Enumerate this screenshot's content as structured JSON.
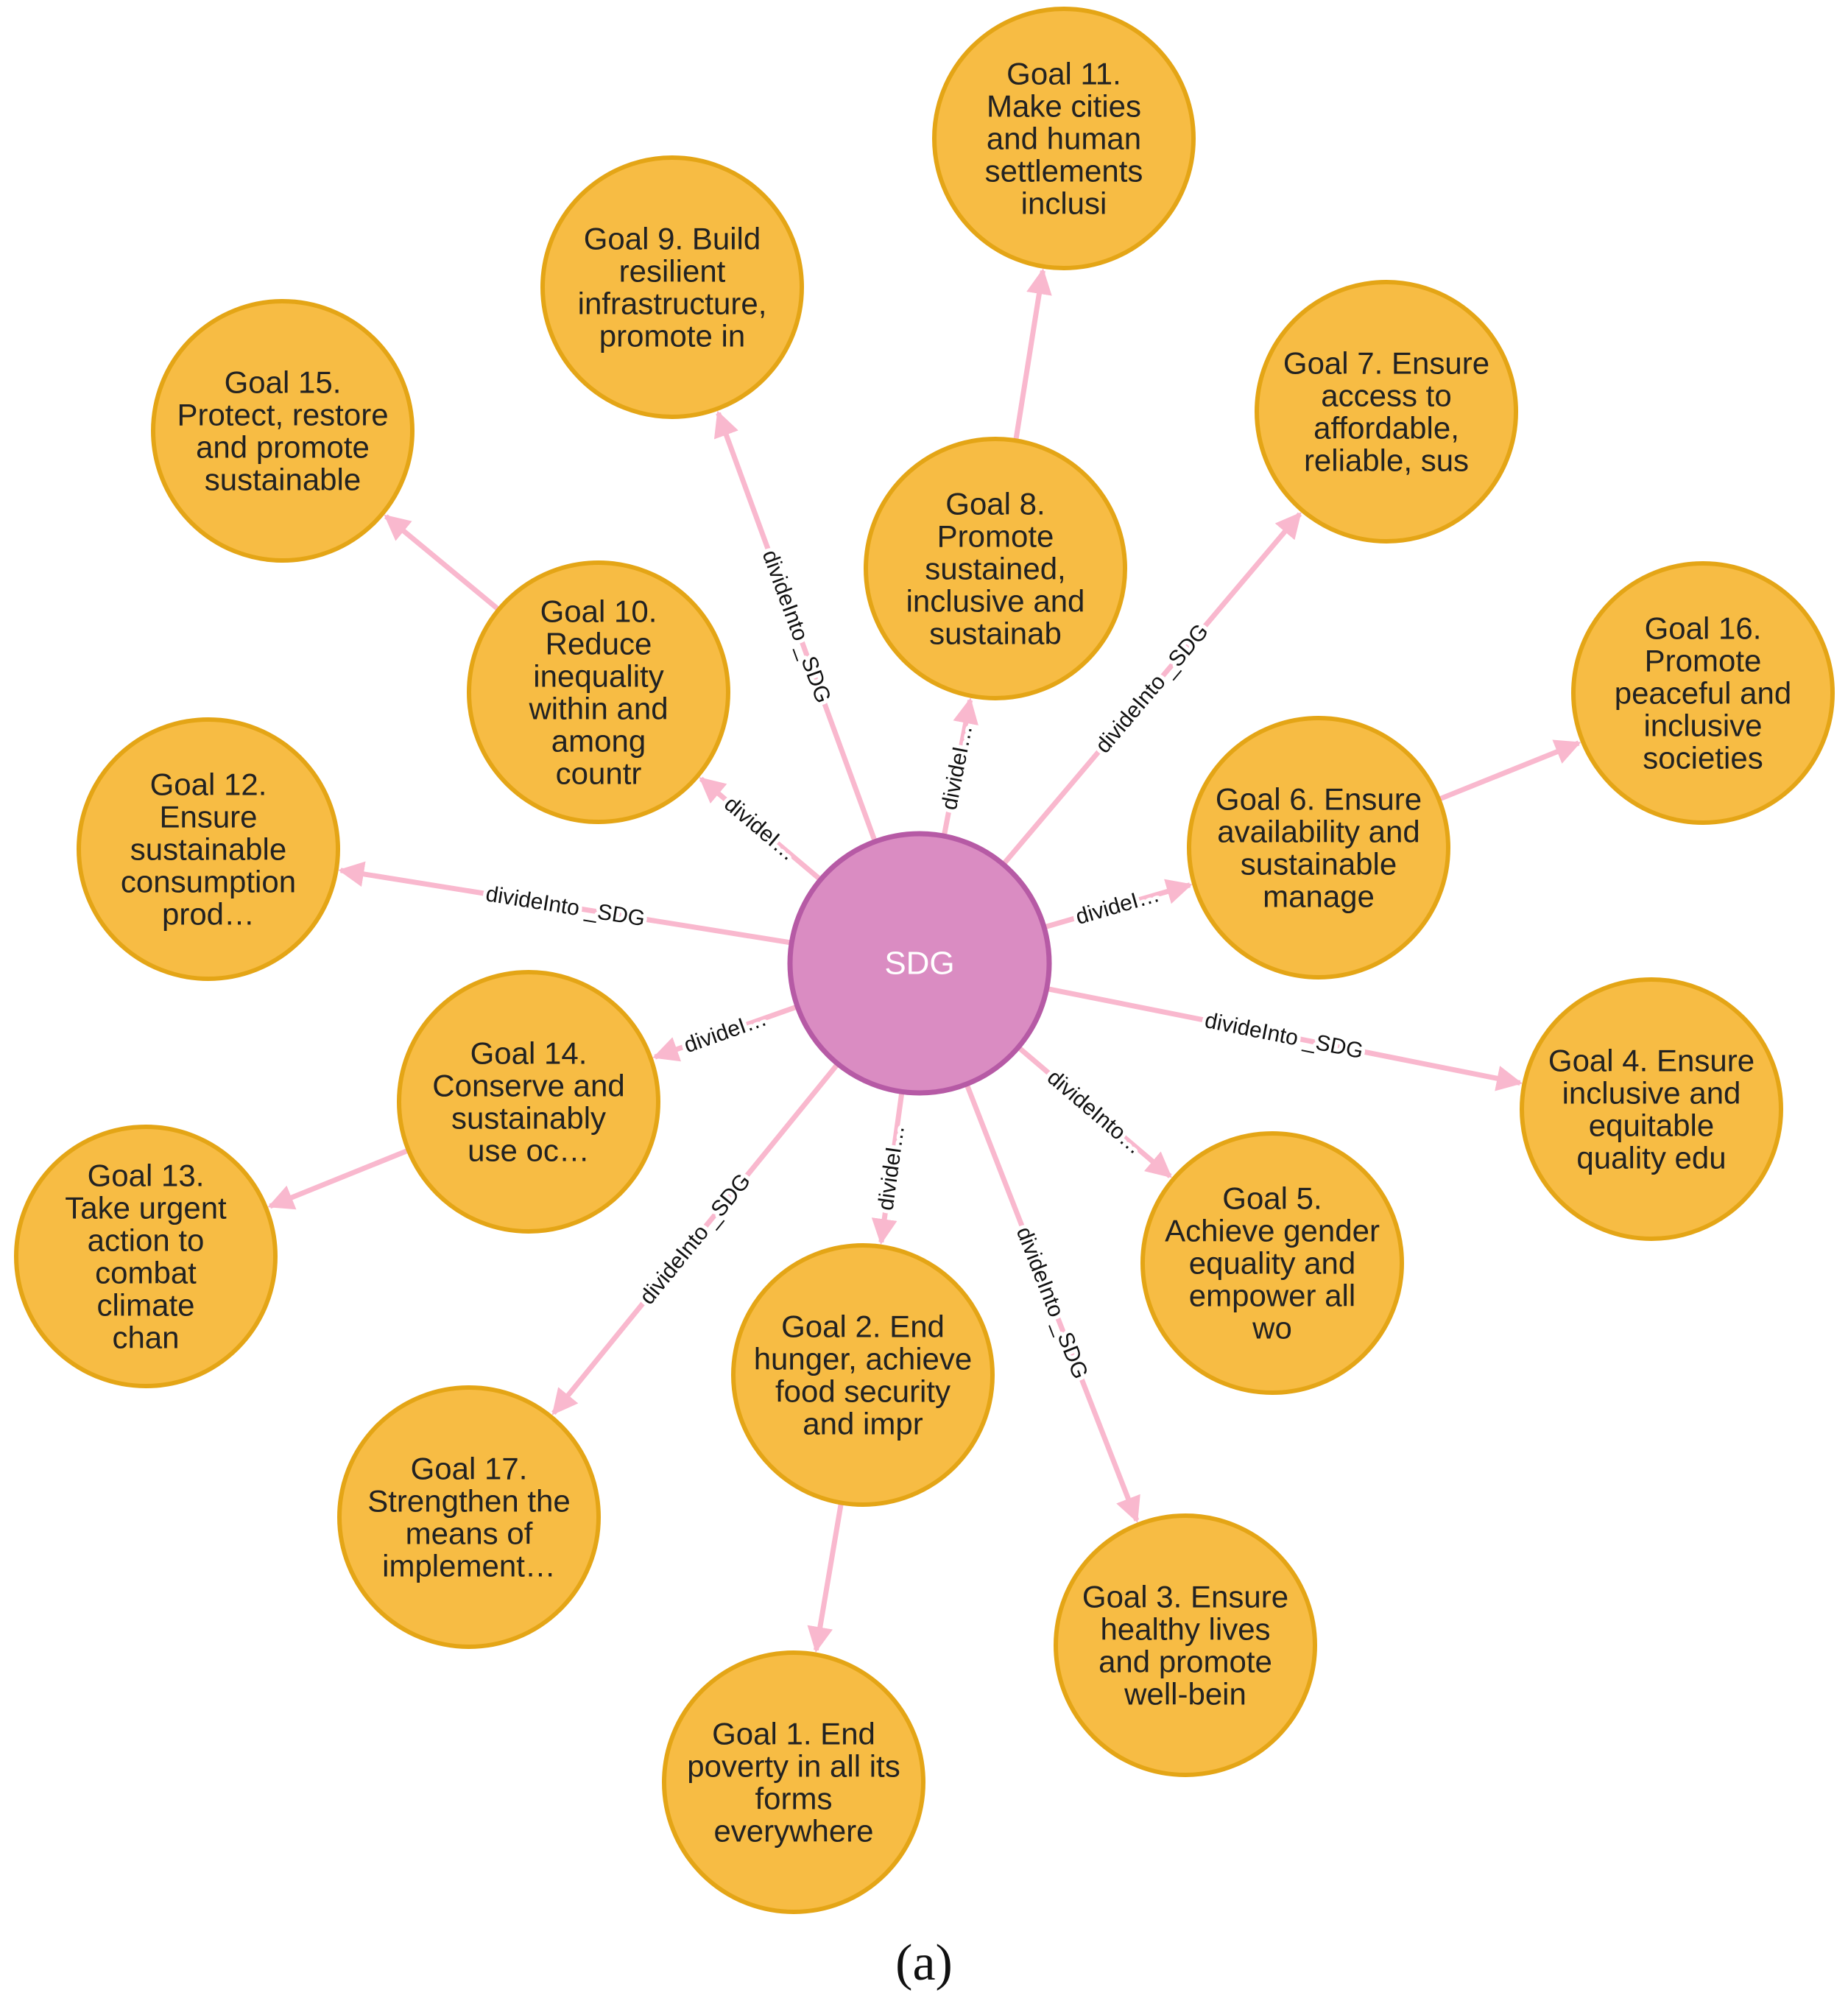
{
  "colors": {
    "goal_fill": "#F7BC44",
    "goal_stroke": "#E4A516",
    "sdg_fill": "#DA8CC2",
    "sdg_stroke": "#B65AA5",
    "sdg_text": "#ffffff",
    "edge": "#F9B8CE"
  },
  "center": {
    "label": "SDG"
  },
  "nodes": [
    {
      "id": "g1",
      "lines": [
        "Goal 1. End",
        "poverty in all its",
        "forms",
        "everywhere"
      ]
    },
    {
      "id": "g2",
      "lines": [
        "Goal 2. End",
        "hunger, achieve",
        "food security",
        "and impr"
      ]
    },
    {
      "id": "g3",
      "lines": [
        "Goal 3. Ensure",
        "healthy lives",
        "and promote",
        "well-bein"
      ]
    },
    {
      "id": "g4",
      "lines": [
        "Goal 4. Ensure",
        "inclusive and",
        "equitable",
        "quality edu"
      ]
    },
    {
      "id": "g5",
      "lines": [
        "Goal 5.",
        "Achieve gender",
        "equality and",
        "empower all",
        "wo"
      ]
    },
    {
      "id": "g6",
      "lines": [
        "Goal 6. Ensure",
        "availability and",
        "sustainable",
        "manage"
      ]
    },
    {
      "id": "g7",
      "lines": [
        "Goal 7. Ensure",
        "access to",
        "affordable,",
        "reliable, sus"
      ]
    },
    {
      "id": "g8",
      "lines": [
        "Goal 8.",
        "Promote",
        "sustained,",
        "inclusive and",
        "sustainab"
      ]
    },
    {
      "id": "g9",
      "lines": [
        "Goal 9. Build",
        "resilient",
        "infrastructure,",
        "promote in"
      ]
    },
    {
      "id": "g10",
      "lines": [
        "Goal 10.",
        "Reduce",
        "inequality",
        "within and",
        "among",
        "countr"
      ]
    },
    {
      "id": "g11",
      "lines": [
        "Goal 11.",
        "Make cities",
        "and human",
        "settlements",
        "inclusi"
      ]
    },
    {
      "id": "g12",
      "lines": [
        "Goal 12.",
        "Ensure",
        "sustainable",
        "consumption",
        "prod…"
      ]
    },
    {
      "id": "g13",
      "lines": [
        "Goal 13.",
        "Take urgent",
        "action to",
        "combat",
        "climate",
        "chan"
      ]
    },
    {
      "id": "g14",
      "lines": [
        "Goal 14.",
        "Conserve and",
        "sustainably",
        "use oc…"
      ]
    },
    {
      "id": "g15",
      "lines": [
        "Goal 15.",
        "Protect, restore",
        "and promote",
        "sustainable"
      ]
    },
    {
      "id": "g16",
      "lines": [
        "Goal 16.",
        "Promote",
        "peaceful and",
        "inclusive",
        "societies"
      ]
    },
    {
      "id": "g17",
      "lines": [
        "Goal 17.",
        "Strengthen the",
        "means of",
        "implement…"
      ]
    }
  ],
  "edges": [
    {
      "from": "center",
      "to": "g12",
      "label": "divideInto _SDG"
    },
    {
      "from": "center",
      "to": "g10",
      "label": "divideI…"
    },
    {
      "from": "center",
      "to": "g9",
      "label": "divideInto _SDG"
    },
    {
      "from": "center",
      "to": "g8",
      "label": "divideI…"
    },
    {
      "from": "center",
      "to": "g7",
      "label": "divideInto _SDG"
    },
    {
      "from": "center",
      "to": "g6",
      "label": "divideI…"
    },
    {
      "from": "center",
      "to": "g4",
      "label": "divideInto _SDG"
    },
    {
      "from": "center",
      "to": "g5",
      "label": "divideInto…"
    },
    {
      "from": "center",
      "to": "g3",
      "label": "divideInto _SDG"
    },
    {
      "from": "center",
      "to": "g2",
      "label": "divideI…"
    },
    {
      "from": "center",
      "to": "g17",
      "label": "divideInto _SDG"
    },
    {
      "from": "center",
      "to": "g14",
      "label": "divideI…"
    },
    {
      "from": "g2",
      "to": "g1",
      "label": ""
    },
    {
      "from": "g14",
      "to": "g13",
      "label": ""
    },
    {
      "from": "g10",
      "to": "g15",
      "label": ""
    },
    {
      "from": "g8",
      "to": "g11",
      "label": ""
    },
    {
      "from": "g6",
      "to": "g16",
      "label": ""
    }
  ],
  "caption": "(a)"
}
